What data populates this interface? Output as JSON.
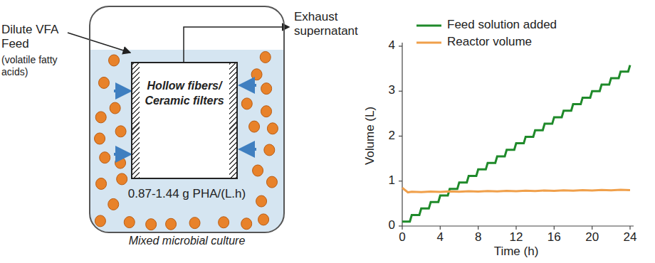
{
  "diagram": {
    "nodes": [
      {
        "text": [
          "0.87-1.44 g PHA/(L.h)",
          "Mixed microbial culture"
        ]
      },
      {
        "text": [
          "Hollow fibers/ Ceramic filters"
        ],
        "in": 0
      }
    ],
    "labels": [
      "Dilute VFA Feed",
      "(volatile fatty acids)",
      "Exhaust supernatant",
      "Volume (L)",
      "Time (h)",
      "0",
      "1",
      "2",
      "3",
      "4",
      "0",
      "4",
      "8",
      "12",
      "16",
      "20",
      "24"
    ],
    "legend": [
      {
        "text": "Feed solution added"
      },
      {
        "text": "Reactor volume"
      }
    ]
  }
}
